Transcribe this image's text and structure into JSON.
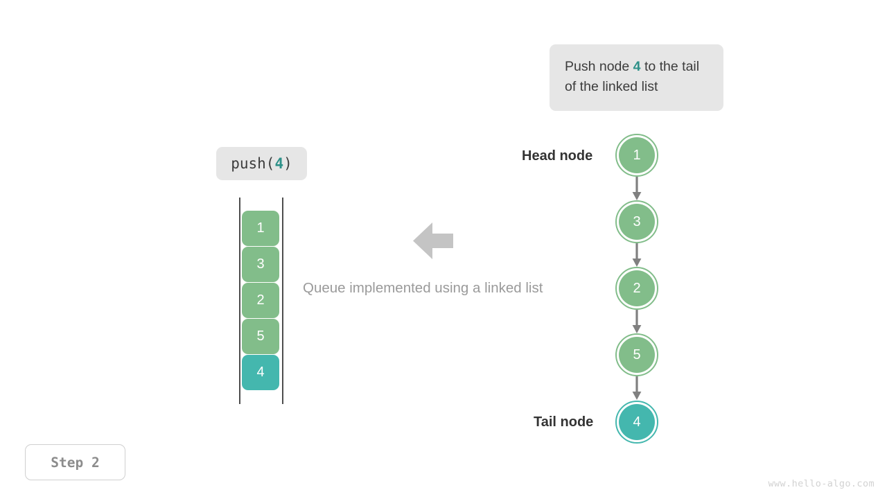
{
  "callout": {
    "text_before": "Push node ",
    "highlight": "4",
    "text_after": " to the tail of the linked list"
  },
  "operation": {
    "name": "push",
    "open_paren": "(",
    "argument": "4",
    "close_paren": ")"
  },
  "queue": {
    "caption": "Queue implemented using a linked list",
    "cells": [
      {
        "value": "1",
        "accent": false
      },
      {
        "value": "3",
        "accent": false
      },
      {
        "value": "2",
        "accent": false
      },
      {
        "value": "5",
        "accent": false
      },
      {
        "value": "4",
        "accent": true
      }
    ]
  },
  "linked_list": {
    "head_label": "Head node",
    "tail_label": "Tail node",
    "nodes": [
      {
        "value": "1",
        "accent": false
      },
      {
        "value": "3",
        "accent": false
      },
      {
        "value": "2",
        "accent": false
      },
      {
        "value": "5",
        "accent": false
      },
      {
        "value": "4",
        "accent": true
      }
    ]
  },
  "step_badge": "Step 2",
  "watermark": "www.hello-algo.com",
  "colors": {
    "green": "#82bd8a",
    "teal": "#44b7ae",
    "teal_text": "#2e9189",
    "pill_bg": "#e6e6e6",
    "arrow_gray": "#808080",
    "caption_gray": "#9a9a9a"
  },
  "chart_data": {
    "type": "diagram",
    "title": "Queue push operation on a linked list",
    "structure": "linked-list-queue",
    "sequence": [
      "1",
      "3",
      "2",
      "5",
      "4"
    ],
    "newly_pushed": "4",
    "head": "1",
    "tail": "4",
    "step": 2
  }
}
